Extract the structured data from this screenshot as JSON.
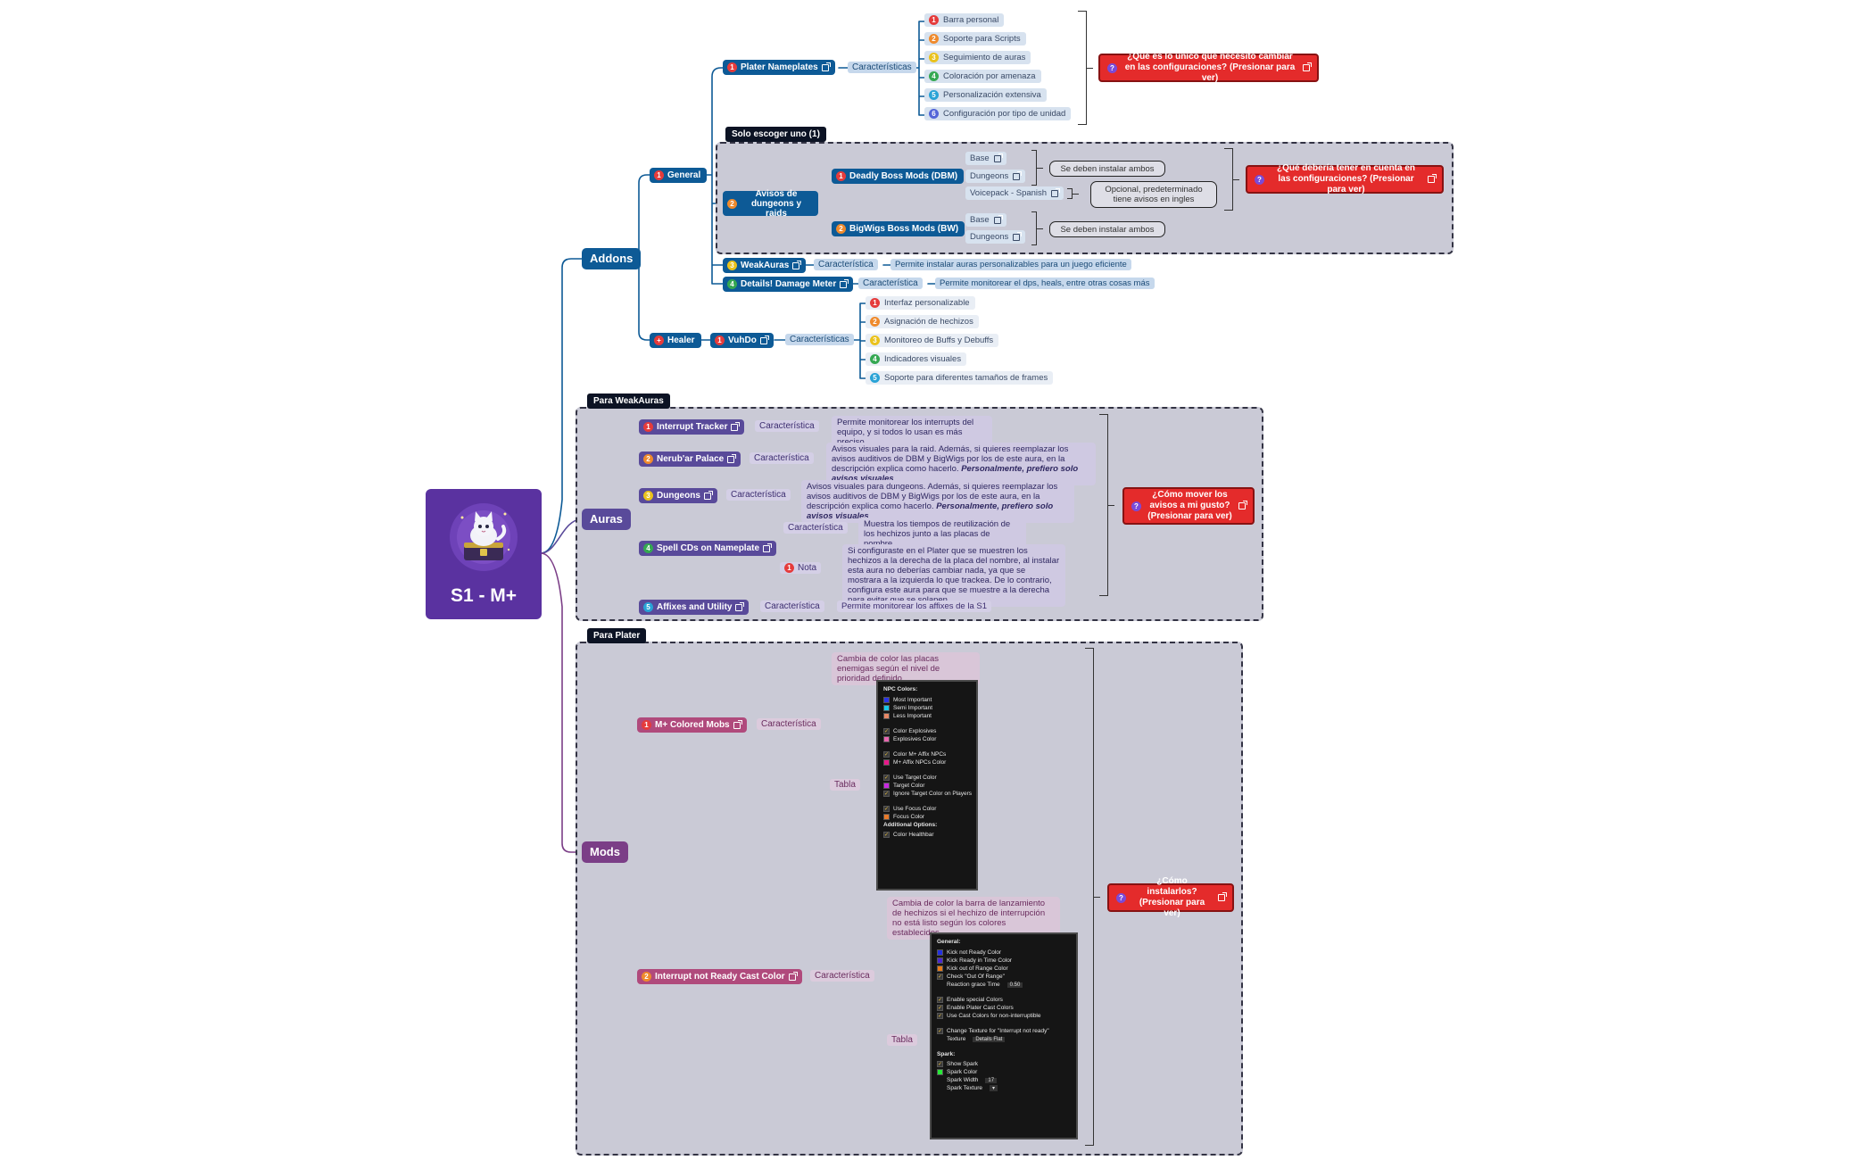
{
  "root": {
    "title": "S1 - M+",
    "icon": "cat-on-chest-icon",
    "color": "#5a32a0"
  },
  "colors": {
    "addons": "#0d5a96",
    "auras": "#594a9a",
    "mods": "#7b3e87",
    "question": "#e42b2b"
  },
  "frames": {
    "solo": "Solo escoger uno (1)",
    "weakauras": "Para WeakAuras",
    "plater": "Para Plater"
  },
  "addons": {
    "label": "Addons",
    "general": {
      "label": "General",
      "plater": {
        "label": "Plater Nameplates",
        "char_label": "Características",
        "items": [
          "Barra personal",
          "Soporte para Scripts",
          "Seguimiento de auras",
          "Coloración por amenaza",
          "Personalización extensiva",
          "Configuración por tipo de unidad"
        ],
        "question": "¿Qué es lo único que necesito cambiar en las configuraciones? (Presionar para ver)"
      },
      "dungeons": {
        "label": "Avisos de dungeons y raids",
        "dbm": {
          "label": "Deadly Boss Mods (DBM)",
          "items": [
            "Base",
            "Dungeons",
            "Voicepack - Spanish"
          ],
          "note_install": "Se deben instalar ambos",
          "note_optional": "Opcional, predeterminado tiene avisos en ingles"
        },
        "bw": {
          "label": "BigWigs Boss Mods (BW)",
          "items": [
            "Base",
            "Dungeons"
          ],
          "note_install": "Se deben instalar ambos"
        },
        "question": "¿Qué debería tener en cuenta en las configuraciones? (Presionar para ver)"
      },
      "weakauras": {
        "label": "WeakAuras",
        "char_label": "Característica",
        "desc": "Permite instalar auras personalizables para un juego eficiente"
      },
      "details": {
        "label": "Details! Damage Meter",
        "char_label": "Característica",
        "desc": "Permite monitorear el dps, heals, entre otras cosas más"
      }
    },
    "healer": {
      "label": "Healer",
      "vuhdo": {
        "label": "VuhDo",
        "char_label": "Características",
        "items": [
          "Interfaz personalizable",
          "Asignación de hechizos",
          "Monitoreo de Buffs y Debuffs",
          "Indicadores visuales",
          "Soporte para diferentes tamaños de frames"
        ]
      }
    }
  },
  "auras": {
    "label": "Auras",
    "items": [
      {
        "label": "Interrupt Tracker",
        "char_label": "Característica",
        "desc": "Permite monitorear los interrupts del equipo, y si todos lo usan es más preciso"
      },
      {
        "label": "Nerub'ar Palace",
        "char_label": "Característica",
        "desc": "Avisos visuales para la raid. Además, si quieres reemplazar los avisos auditivos de DBM y BigWigs por los de este aura, en la descripción explica como hacerlo.",
        "desc_em": "Personalmente, prefiero solo avisos visuales"
      },
      {
        "label": "Dungeons",
        "char_label": "Característica",
        "desc": "Avisos visuales para dungeons. Además, si quieres reemplazar los avisos auditivos de DBM y BigWigs por los de este aura, en la descripción explica como hacerlo.",
        "desc_em": "Personalmente, prefiero solo avisos visuales"
      },
      {
        "label": "Spell CDs on Nameplate",
        "char_label": "Característica",
        "desc": "Muestra los tiempos de reutilización de los hechizos junto a las placas de nombre",
        "note_label": "Nota",
        "note": "Si configuraste en el Plater que se muestren los hechizos a la derecha de la placa del nombre, al instalar esta aura no deberías cambiar nada, ya que se mostrara a la izquierda lo que trackea. De lo contrario, configura este aura para que se muestre a la derecha para evitar que se solapen"
      },
      {
        "label": "Affixes and Utility",
        "char_label": "Característica",
        "desc": "Permite monitorear los affixes de la S1"
      }
    ],
    "question": "¿Cómo mover los avisos a mi gusto? (Presionar para ver)"
  },
  "mods": {
    "label": "Mods",
    "colored": {
      "label": "M+ Colored Mobs",
      "char_label": "Característica",
      "desc": "Cambia de color las placas enemigas según el nivel de prioridad definido",
      "table_label": "Tabla",
      "table": {
        "title": "NPC Colors:",
        "rows": [
          {
            "text": "Most Important",
            "color": "#2a34e8"
          },
          {
            "text": "Semi Important",
            "color": "#18c8e8"
          },
          {
            "text": "Less Important",
            "color": "#e88866"
          },
          {
            "gap": true
          },
          {
            "text": "Color Explosives",
            "check": true
          },
          {
            "text": "Explosives Color",
            "color": "#e866b0"
          },
          {
            "gap": true
          },
          {
            "text": "Color M+ Affix NPCs",
            "check": true
          },
          {
            "text": "M+ Affix NPCs Color",
            "color": "#e8188a"
          },
          {
            "gap": true
          },
          {
            "text": "Use Target Color",
            "check": true
          },
          {
            "text": "Target Color",
            "color": "#c828e0"
          },
          {
            "text": "Ignore Target Color on Players",
            "check": true
          },
          {
            "gap": true
          },
          {
            "text": "Use Focus Color",
            "check": true
          },
          {
            "text": "Focus Color",
            "color": "#e87a2a"
          },
          {
            "text": "Additional Options:",
            "head": true
          },
          {
            "text": "Color Healthbar",
            "check": true
          }
        ]
      }
    },
    "kick": {
      "label": "Interrupt not Ready Cast Color",
      "char_label": "Característica",
      "desc": "Cambia de color la barra de lanzamiento de hechizos si el hechizo de interrupción no está listo según los colores establecidos",
      "table_label": "Tabla",
      "table": {
        "title": "General:",
        "rows": [
          {
            "text": "Kick not Ready Color",
            "color": "#2430e0"
          },
          {
            "text": "Kick Ready in Time Color",
            "color": "#4a28d0"
          },
          {
            "text": "Kick out of Range Color",
            "color": "#e87a18"
          },
          {
            "text": "Check \"Out Of Range\"",
            "check": true
          },
          {
            "text": "Reaction grace Time",
            "input": "0.50"
          },
          {
            "gap": true
          },
          {
            "text": "Enable special Colors",
            "check": true
          },
          {
            "text": "Enable Plater Cast Colors",
            "check": true
          },
          {
            "text": "Use Cast Colors for non-interruptible",
            "check": true
          },
          {
            "gap": true
          },
          {
            "text": "Change Texture for \"Interrupt not ready\"",
            "check": true
          },
          {
            "text": "Texture",
            "input": "Details Flat"
          },
          {
            "gap": true
          },
          {
            "text": "Spark:",
            "head": true
          },
          {
            "text": "Show Spark",
            "check": true
          },
          {
            "text": "Spark Color",
            "color": "#28e838"
          },
          {
            "text": "Spark Width",
            "input": "17"
          },
          {
            "text": "Spark Texture",
            "input": "▾"
          }
        ]
      }
    },
    "question": "¿Cómo instalarlos? (Presionar para ver)"
  }
}
